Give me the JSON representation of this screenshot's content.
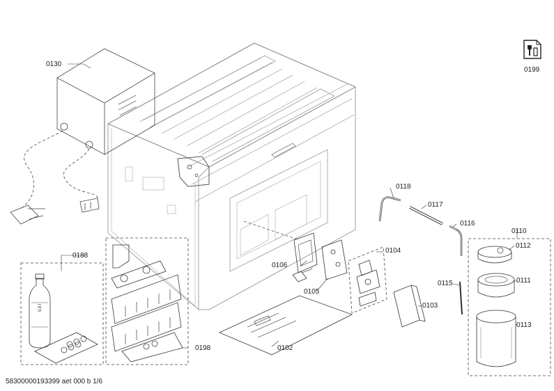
{
  "labels": {
    "p0130": "0130",
    "p0188": "0188",
    "p0198": "0198",
    "p0102": "0102",
    "p0106": "0106",
    "p0105": "0105",
    "p0104": "0104",
    "p0103": "0103",
    "p0118": "0118",
    "p0117": "0117",
    "p0116": "0116",
    "p0115": "0115",
    "p0110": "0110",
    "p0112": "0112",
    "p0111": "0111",
    "p0113": "0113",
    "p0199": "0199"
  },
  "bottle_text": "0,5 l",
  "footer": "58300000193399 aet 000 b 1/6",
  "icons": {
    "service": "wrench-manual-icon"
  }
}
